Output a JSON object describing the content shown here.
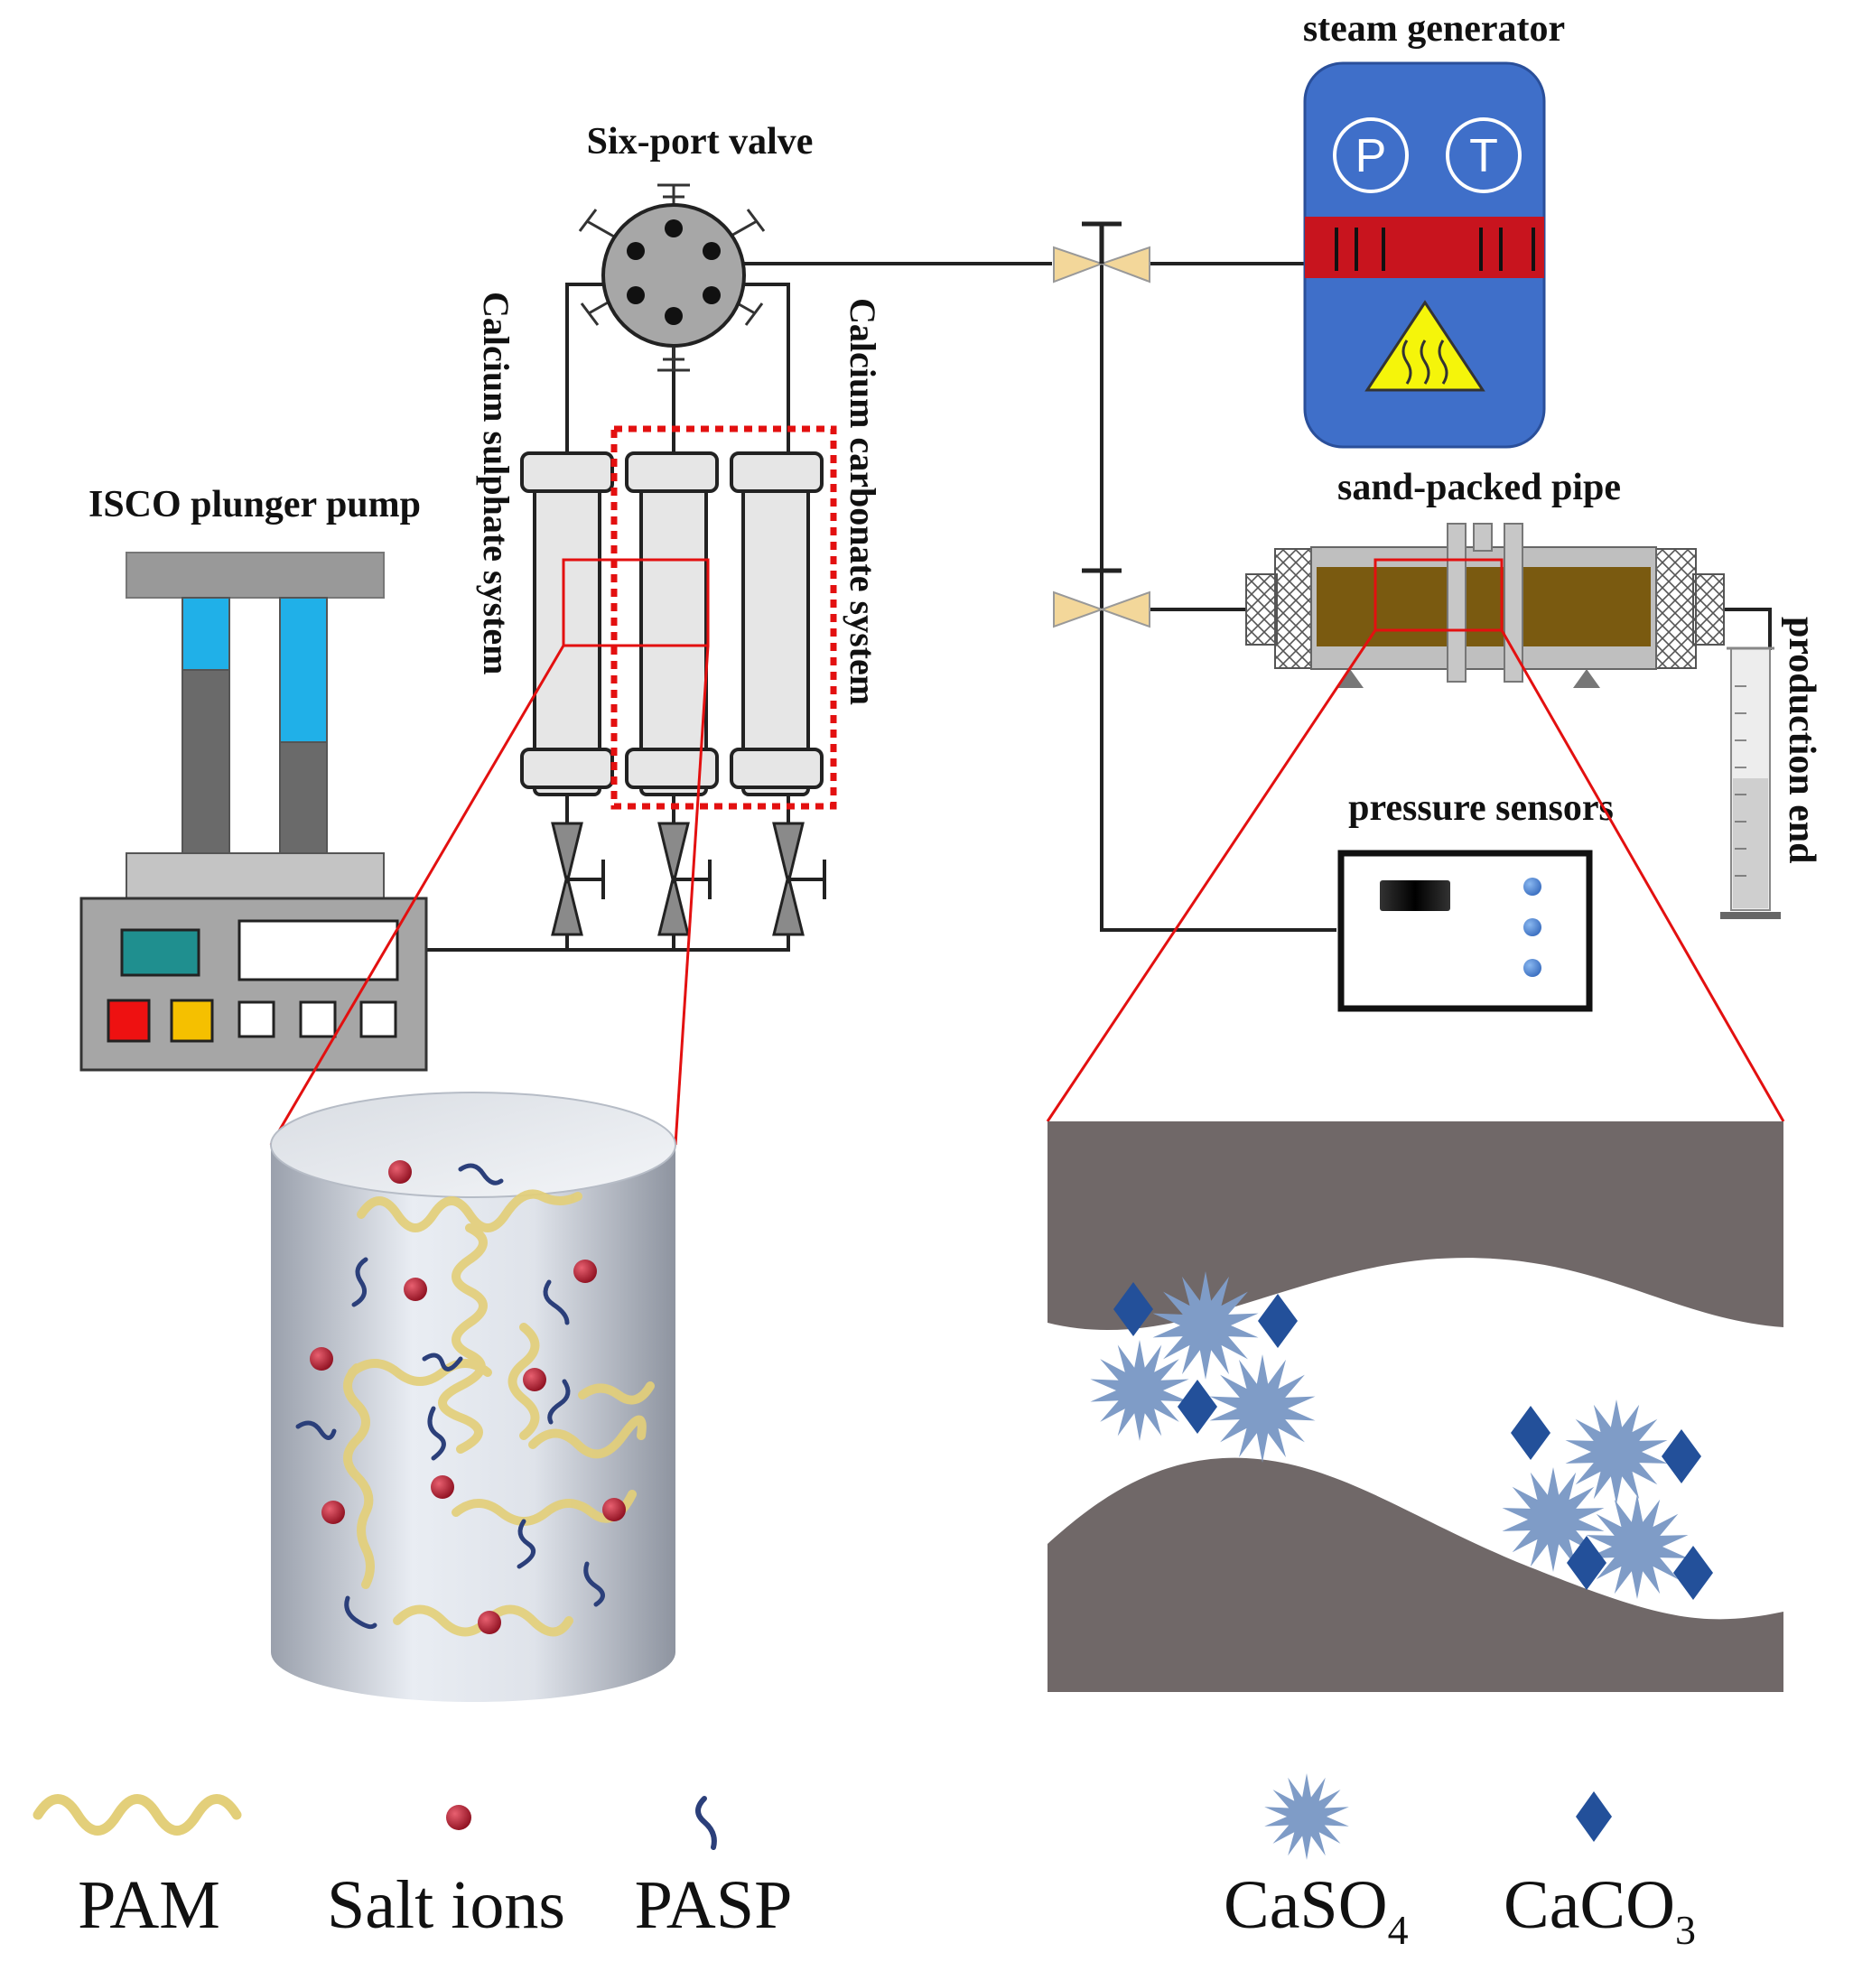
{
  "labels": {
    "steam_generator": "steam generator",
    "six_port_valve": "Six-port valve",
    "isco_pump": "ISCO plunger pump",
    "sand_packed_pipe": "sand-packed pipe",
    "pressure_sensors": "pressure sensors",
    "production_end": "production end",
    "calcium_sulphate_system": "Calcium sulphate system",
    "calcium_carbonate_system": "Calcium carbonate system",
    "gauge_p": "P",
    "gauge_t": "T"
  },
  "legend": {
    "pam": "PAM",
    "salt_ions": "Salt ions",
    "pasp": "PASP",
    "caso4": {
      "base": "CaSO",
      "sub": "4"
    },
    "caco3": {
      "base": "CaCO",
      "sub": "3"
    }
  },
  "colors": {
    "steam_body": "#3f6fc9",
    "heater_band": "#c8141e",
    "warning_sign": "#f5f50a",
    "pump_fluid": "#20b0e8",
    "pump_display": "#1f8f8f",
    "pump_btn_red": "#ee1111",
    "pump_btn_yellow": "#f5c000",
    "sand": "#7a5a10",
    "valve_body": "#f3d79a",
    "rock": "#706868",
    "caso4_crystal": "#7f9cc7",
    "caco3_crystal": "#23509a",
    "salt_ion": "#b02030",
    "pam_chain": "#e3cf7a",
    "pasp_chain": "#2b3f7a",
    "highlight": "#e31010"
  }
}
